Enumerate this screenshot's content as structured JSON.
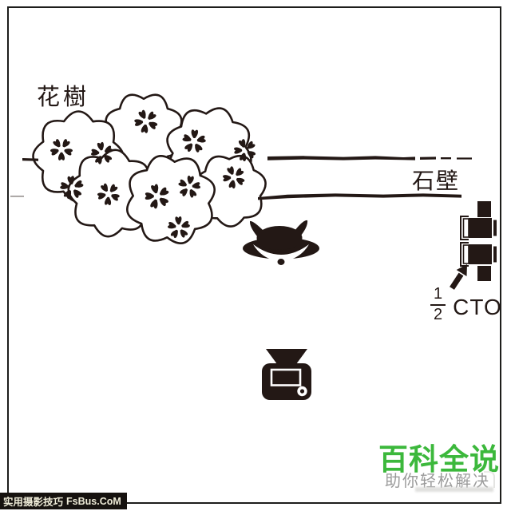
{
  "scene": {
    "tree_label": "花樹",
    "wall_label": "石壁",
    "gel": {
      "numerator": "1",
      "denominator": "2",
      "name": "CTO"
    }
  },
  "watermark": {
    "brand": "百科全说",
    "slogan": "助你轻松解决"
  },
  "footer": {
    "site": "实用摄影技巧",
    "domain": "FsBus.CoM"
  },
  "colors": {
    "ink": "#231815",
    "brand_green": "#3cb83c",
    "slogan_gray": "#9b9b9b",
    "footer_bg": "#16120f",
    "footer_text": "#efecd8"
  }
}
